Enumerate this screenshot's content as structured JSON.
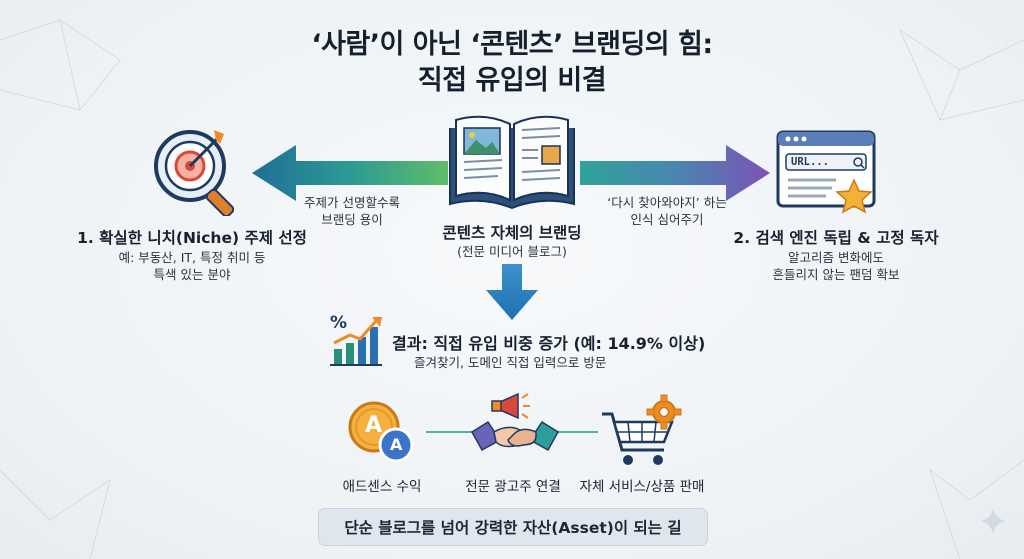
{
  "title": {
    "line1": "‘사람’이 아닌 ‘콘텐츠’ 브랜딩의 힘:",
    "line2": "직접 유입의 비결"
  },
  "center": {
    "title": "콘텐츠 자체의 브랜딩",
    "subtitle": "(전문 미디어 블로그)"
  },
  "left_arrow": {
    "line1": "주제가 선명할수록",
    "line2": "브랜딩 용이"
  },
  "right_arrow": {
    "line1": "‘다시 찾아와야지’ 하는",
    "line2": "인식 심어주기"
  },
  "left_item": {
    "title": "1. 확실한 니치(Niche) 주제 선정",
    "line1": "예: 부동산, IT, 특정 취미 등",
    "line2": "특색 있는 분야"
  },
  "right_item": {
    "title": "2. 검색 엔진 독립 & 고정 독자",
    "line1": "알고리즘 변화에도",
    "line2": "흔들리지 않는 팬덤 확보"
  },
  "url_bar": {
    "text": "URL..."
  },
  "result": {
    "title": "결과: 직접 유입 비중 증가 (예: 14.9% 이상)",
    "subtitle": "즐겨찾기, 도메인 직접 입력으로 방문",
    "percent_symbol": "%"
  },
  "revenue": [
    {
      "label": "애드센스 수익",
      "icon": "adsense-coin-icon",
      "glyph": "A"
    },
    {
      "label": "전문 광고주 연결",
      "icon": "handshake-megaphone-icon"
    },
    {
      "label": "자체 서비스/상품 판매",
      "icon": "shopping-cart-gear-icon"
    }
  ],
  "banner": {
    "text": "단순 블로그를 넘어 강력한 자산(Asset)이 되는 길"
  },
  "colors": {
    "arrow_left": "#2c8a9c",
    "arrow_right_start": "#2f9e9a",
    "arrow_right_end": "#7a57b8",
    "arrow_down": "#2a7fc0",
    "accent_orange": "#f08a24",
    "navy": "#1e3a5f"
  }
}
